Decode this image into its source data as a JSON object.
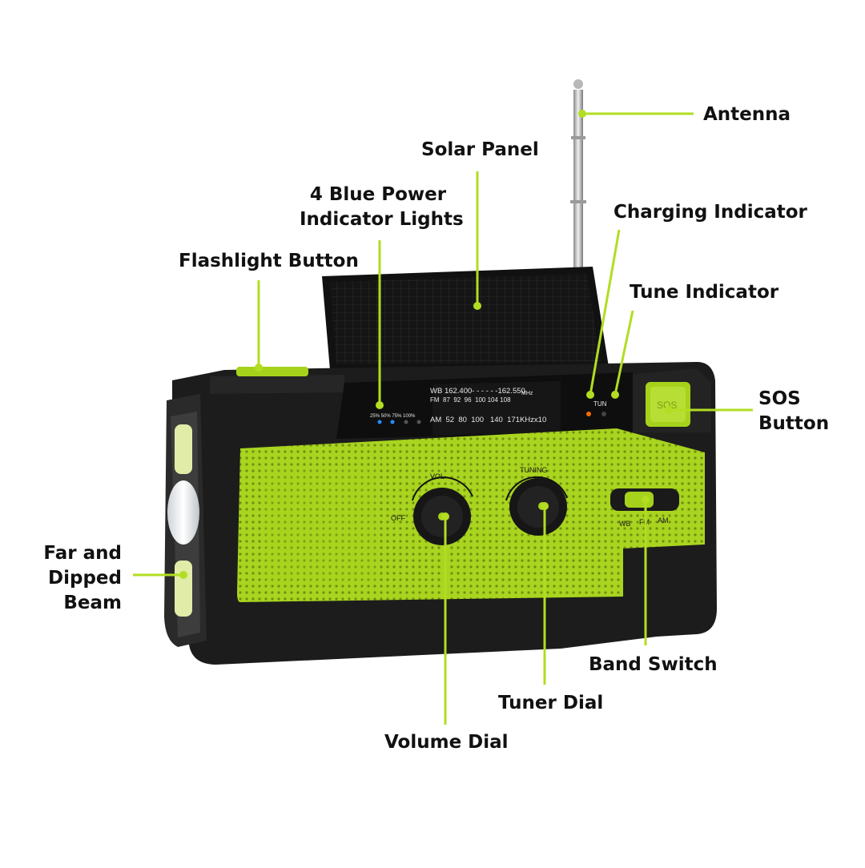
{
  "colors": {
    "accent": "#a6d21c",
    "body": "#1a1a1a",
    "leader": "#b2dd22"
  },
  "labels": {
    "antenna": "Antenna",
    "solar_panel": "Solar Panel",
    "power_lights_line1": "4 Blue Power",
    "power_lights_line2": "Indicator Lights",
    "charging_indicator": "Charging Indicator",
    "flashlight_button": "Flashlight Button",
    "tune_indicator": "Tune Indicator",
    "sos_line1": "SOS",
    "sos_line2": "Button",
    "beam_line1": "Far and",
    "beam_line2": "Dipped",
    "beam_line3": "Beam",
    "band_switch": "Band Switch",
    "tuner_dial": "Tuner Dial",
    "volume_dial": "Volume Dial"
  },
  "device": {
    "wb_scale": "WB 162.400- - - - - -162.550",
    "wb_unit": "MHz",
    "fm_scale": "FM  87  92  96  100 104 108",
    "am_scale": "AM  52  80  100   140  171KHzx10",
    "battery_levels": "25% 50% 75% 100%",
    "tun_text": "TUN",
    "vol_text": "VOL",
    "off_text": "OFF",
    "tuning_text": "TUNING",
    "sos_text": "SOS",
    "band_wb": "WB",
    "band_fm": "FM",
    "band_am": "AM"
  }
}
